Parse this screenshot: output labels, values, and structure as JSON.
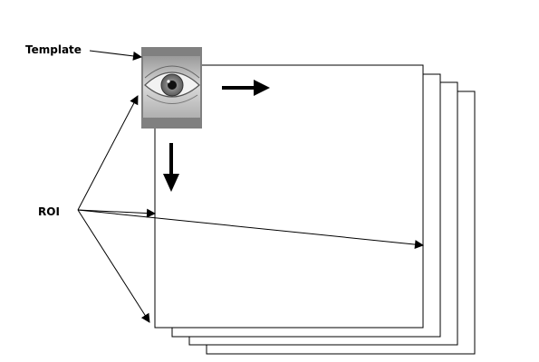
{
  "labels": {
    "template": "Template",
    "roi": "ROI"
  },
  "template_image": {
    "icon": "eye-icon",
    "frame_color": "#808080",
    "iris_color": "#7a7a7a"
  },
  "frames": {
    "count": 4,
    "stroke_color": "#000000",
    "fill_color": "#ffffff"
  },
  "arrows": {
    "scan_direction_right": "right-arrow-icon",
    "scan_direction_down": "down-arrow-icon"
  }
}
